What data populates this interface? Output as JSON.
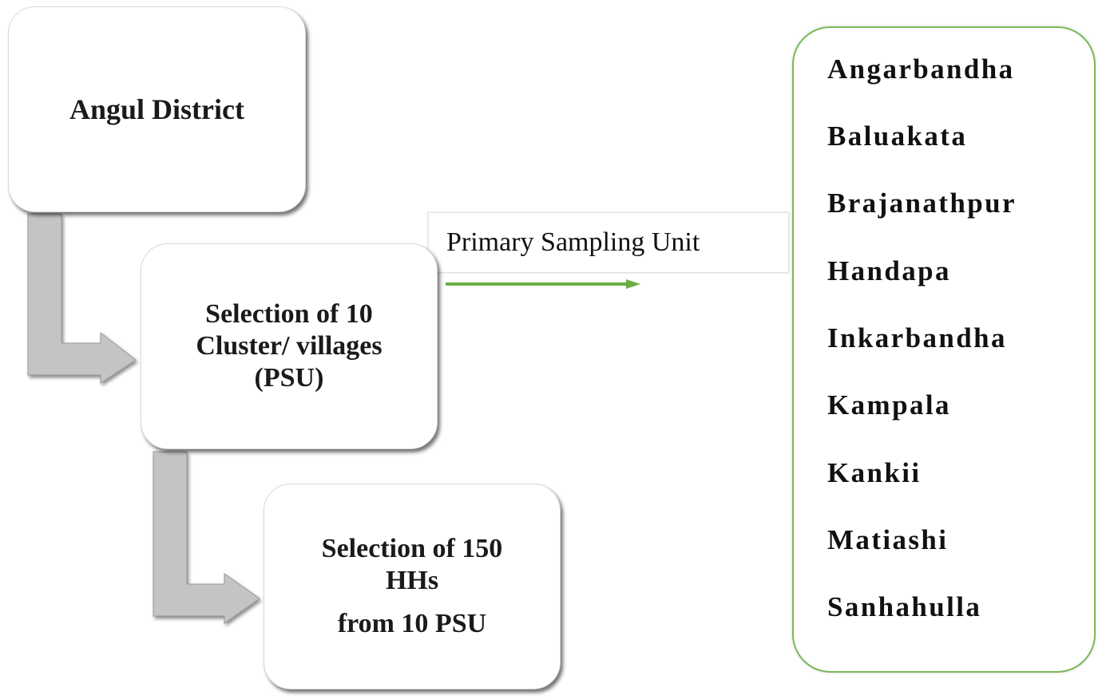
{
  "district": {
    "label": "Angul District"
  },
  "psu_selection": {
    "lines": [
      "Selection of 10",
      "Cluster/ villages",
      "(PSU)"
    ]
  },
  "hh_selection": {
    "lines": [
      "Selection of 150",
      "HHs",
      "from 10 PSU"
    ]
  },
  "psu_label": {
    "text": "Primary Sampling Unit"
  },
  "villages": [
    "Angarbandha",
    "Baluakata",
    "Brajanathpur",
    "Handapa",
    "Inkarbandha",
    "Kampala",
    "Kankii",
    "Matiashi",
    "Sanhahulla"
  ],
  "colors": {
    "connector_arrow": "#c4c4c4",
    "green_accent": "#6aaf45",
    "list_border": "#7ab85b"
  },
  "icons": {
    "elbow_arrows": "elbow-arrow-icon",
    "green_arrow": "arrow-right-icon"
  }
}
